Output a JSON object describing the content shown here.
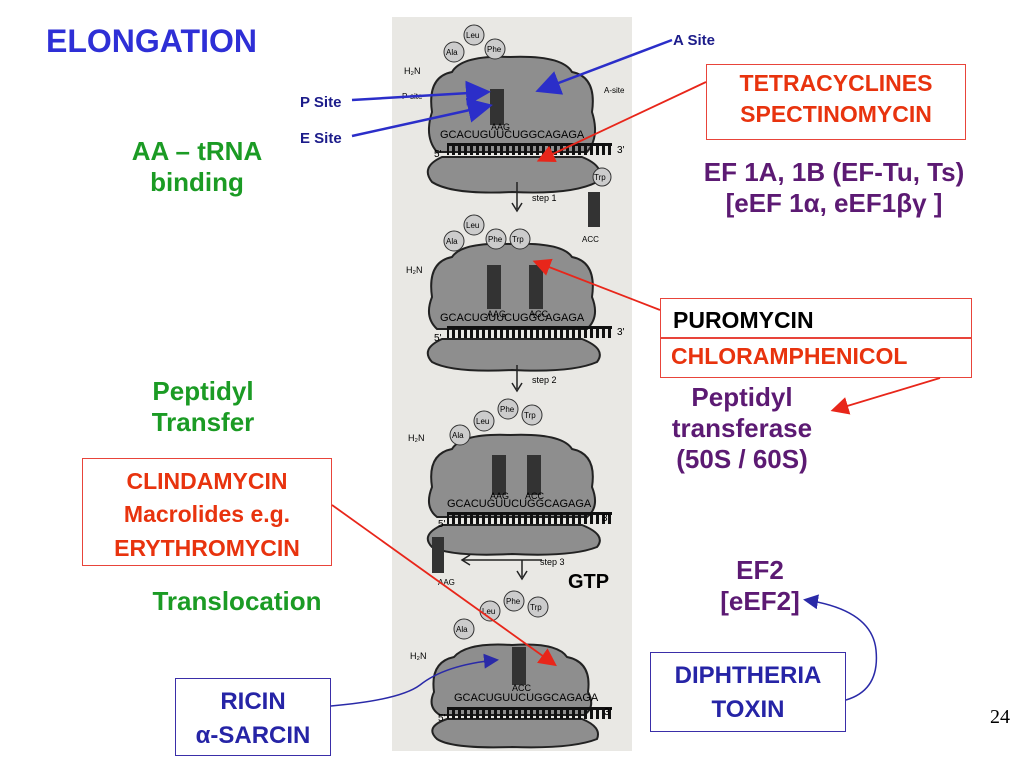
{
  "title": "ELONGATION",
  "stage_labels": {
    "aa_trna": [
      "AA – tRNA",
      "binding"
    ],
    "peptidyl_transfer": [
      "Peptidyl",
      "Transfer"
    ],
    "translocation": "Translocation"
  },
  "site_labels": {
    "p_site": "P Site",
    "e_site": "E Site",
    "a_site": "A Site"
  },
  "factors": {
    "ef1": [
      "EF 1A, 1B (EF-Tu, Ts)",
      "[eEF 1α, eEF1βγ ]"
    ],
    "peptidyl_transferase": [
      "Peptidyl",
      "transferase",
      "(50S / 60S)"
    ],
    "ef2": [
      "EF2",
      "[eEF2]"
    ],
    "gtp": "GTP"
  },
  "inhibitors": {
    "tetracyclines": [
      "TETRACYCLINES",
      "SPECTINOMYCIN"
    ],
    "puromycin": "PUROMYCIN",
    "chloramphenicol": "CHLORAMPHENICOL",
    "clindamycin": [
      "CLINDAMYCIN",
      "Macrolides e.g.",
      "ERYTHROMYCIN"
    ],
    "ricin": [
      "RICIN",
      "α-SARCIN"
    ],
    "diphtheria": [
      "DIPHTHERIA",
      "TOXIN"
    ]
  },
  "figure": {
    "amino_acids": [
      "Ala",
      "Leu",
      "Phe",
      "Trp"
    ],
    "n_terminus": "H₂N",
    "codons": [
      "AAG",
      "ACC"
    ],
    "mrna_sequence": "GCACUGUUCUGGCAGAGA",
    "five_prime": "5'",
    "three_prime": "3'",
    "p_site_text": "P-site",
    "a_site_text": "A-site",
    "steps": [
      "step 1",
      "step 2",
      "step 3"
    ]
  },
  "page_number": "24",
  "colors": {
    "title_blue": "#2e2fd6",
    "stage_green": "#1b9b24",
    "factor_purple": "#5c1a73",
    "inhibitor_red": "#e8330e",
    "toxin_blue": "#2624a6"
  }
}
